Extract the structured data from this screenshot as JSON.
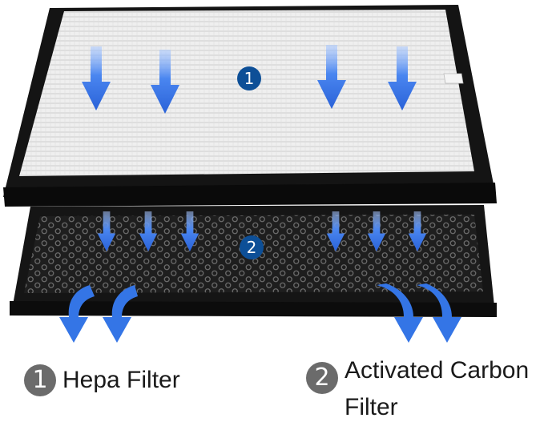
{
  "filters": [
    {
      "number": "1",
      "label": "Hepa Filter"
    },
    {
      "number": "2",
      "label": "Activated Carbon Filter"
    }
  ],
  "colors": {
    "frame": "#151515",
    "hepa_surface": "#efefef",
    "hepa_pleat_line": "#c9c9c9",
    "carbon_surface": "#1e1e1e",
    "carbon_cell": "#4a4a4a",
    "arrow_blue": "#2f6fe0",
    "badge_blue": "#0d4f97",
    "legend_badge": "#6b6b6b"
  },
  "icons": {
    "airflow": "arrow-down-icon",
    "outflow": "curved-arrow-down-icon"
  }
}
